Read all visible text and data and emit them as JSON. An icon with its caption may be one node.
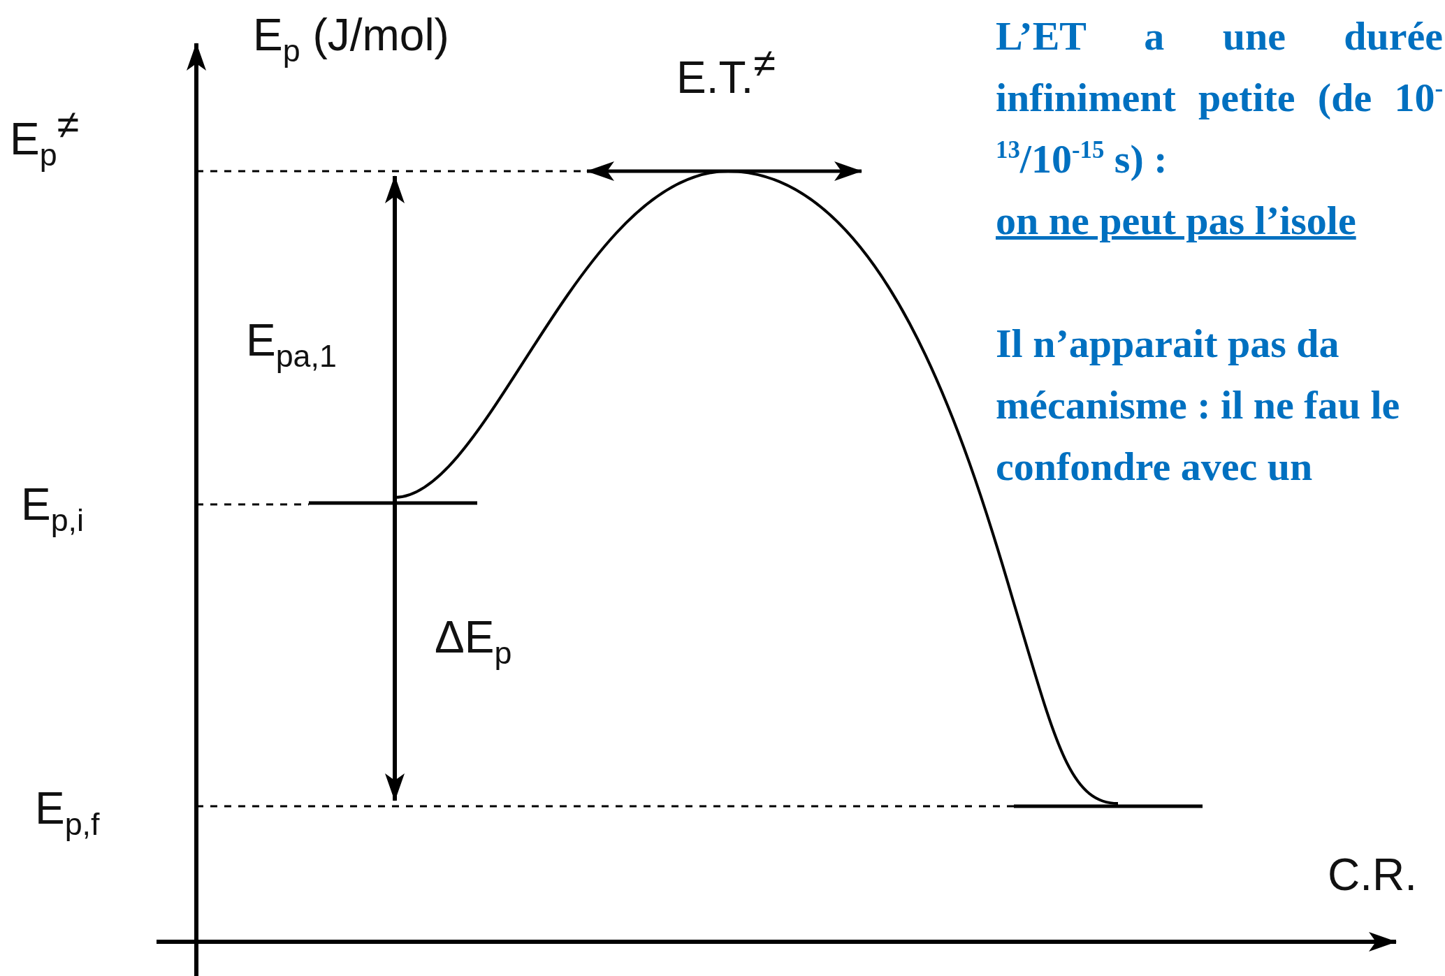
{
  "diagram": {
    "labels": [
      "E$_{p}$ (J/mol)",
      "E.T.$^{≠}$",
      "E$_{p}$$^{≠}$",
      "E$_{pa,1}$",
      "E$_{p,i}$",
      "ΔE$_{p}$",
      "E$_{p,f}$",
      "C.R.",
      "L’ET a une durée infiniment petite (de 10$^{-13}$/10$^{-15}$ s) :",
      "on ne peut pas l’isole",
      "Il n’apparait pas da mécanisme : il ne fau le confondre avec un"
    ]
  }
}
